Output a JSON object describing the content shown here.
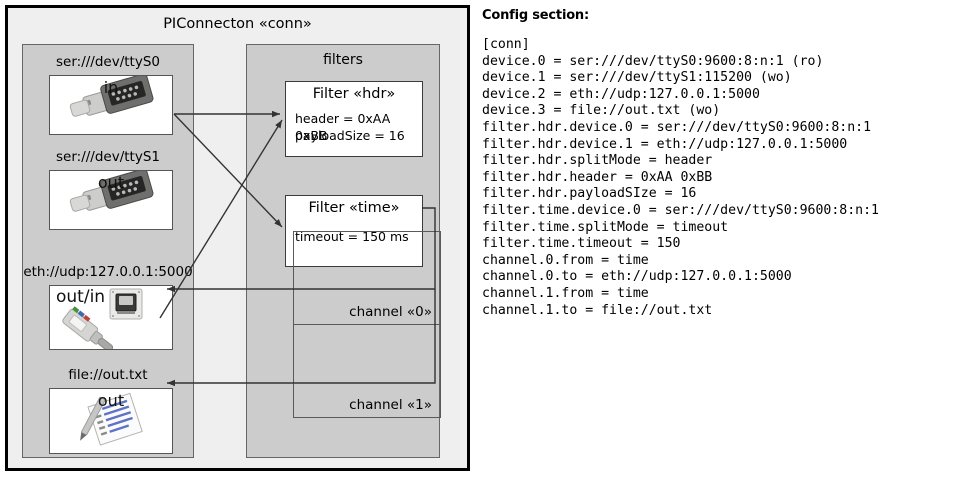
{
  "diagram": {
    "title": "PIConnecton «conn»",
    "devices_panel": {
      "devices": [
        {
          "caption": "ser:///dev/ttyS0",
          "io": "in",
          "icon": "serial-connector-icon"
        },
        {
          "caption": "ser:///dev/ttyS1",
          "io": "out",
          "icon": "serial-connector-icon"
        },
        {
          "caption": "eth://udp:127.0.0.1:5000",
          "io": "out/in",
          "icon": "ethernet-plug-icon"
        },
        {
          "caption": "file://out.txt",
          "io": "out",
          "icon": "text-file-icon"
        }
      ]
    },
    "filters_panel": {
      "title": "filters",
      "filters": [
        {
          "title": "Filter «hdr»",
          "props": [
            "header = 0xAA 0xBB",
            "payloadSize = 16"
          ]
        },
        {
          "title": "Filter «time»",
          "props": [
            "timeout = 150 ms"
          ]
        }
      ],
      "channels": [
        {
          "label": "channel «0»"
        },
        {
          "label": "channel «1»"
        }
      ]
    },
    "colors": {
      "outer_border": "#000000",
      "outer_fill": "#efefef",
      "panel_fill": "#cccccc",
      "panel_border": "#666666",
      "box_fill": "#ffffff",
      "box_border": "#555555",
      "connector": "#333333"
    }
  },
  "config": {
    "heading": "Config section:",
    "lines": [
      "[conn]",
      "device.0 = ser:///dev/ttyS0:9600:8:n:1 (ro)",
      "device.1 = ser:///dev/ttyS1:115200 (wo)",
      "device.2 = eth://udp:127.0.0.1:5000",
      "device.3 = file://out.txt (wo)",
      "filter.hdr.device.0 = ser:///dev/ttyS0:9600:8:n:1",
      "filter.hdr.device.1 = eth://udp:127.0.0.1:5000",
      "filter.hdr.splitMode = header",
      "filter.hdr.header = 0xAA 0xBB",
      "filter.hdr.payloadSIze = 16",
      "filter.time.device.0 = ser:///dev/ttyS0:9600:8:n:1",
      "filter.time.splitMode = timeout",
      "filter.time.timeout = 150",
      "channel.0.from = time",
      "channel.0.to = eth://udp:127.0.0.1:5000",
      "channel.1.from = time",
      "channel.1.to = file://out.txt"
    ]
  }
}
